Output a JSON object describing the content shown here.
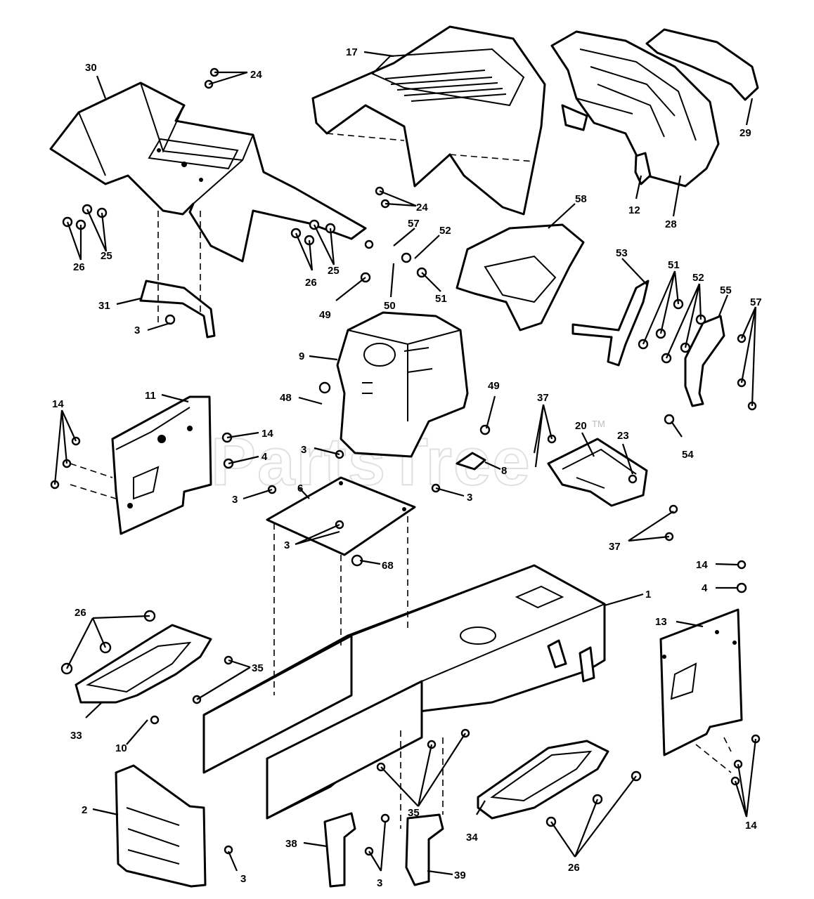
{
  "diagram": {
    "watermark": {
      "text": "PartsTree",
      "mark": "TM"
    },
    "callouts": [
      {
        "id": "c-30",
        "label": "30"
      },
      {
        "id": "c-24a",
        "label": "24"
      },
      {
        "id": "c-17",
        "label": "17"
      },
      {
        "id": "c-29",
        "label": "29"
      },
      {
        "id": "c-24b",
        "label": "24"
      },
      {
        "id": "c-12",
        "label": "12"
      },
      {
        "id": "c-28",
        "label": "28"
      },
      {
        "id": "c-58",
        "label": "58"
      },
      {
        "id": "c-25a",
        "label": "25"
      },
      {
        "id": "c-26a",
        "label": "26"
      },
      {
        "id": "c-57a",
        "label": "57"
      },
      {
        "id": "c-52a",
        "label": "52"
      },
      {
        "id": "c-26b",
        "label": "26"
      },
      {
        "id": "c-25b",
        "label": "25"
      },
      {
        "id": "c-31",
        "label": "31"
      },
      {
        "id": "c-49a",
        "label": "49"
      },
      {
        "id": "c-50",
        "label": "50"
      },
      {
        "id": "c-51a",
        "label": "51"
      },
      {
        "id": "c-53",
        "label": "53"
      },
      {
        "id": "c-51b",
        "label": "51"
      },
      {
        "id": "c-52b",
        "label": "52"
      },
      {
        "id": "c-55",
        "label": "55"
      },
      {
        "id": "c-57b",
        "label": "57"
      },
      {
        "id": "c-3a",
        "label": "3"
      },
      {
        "id": "c-9",
        "label": "9"
      },
      {
        "id": "c-11",
        "label": "11"
      },
      {
        "id": "c-14a",
        "label": "14"
      },
      {
        "id": "c-48",
        "label": "48"
      },
      {
        "id": "c-49b",
        "label": "49"
      },
      {
        "id": "c-37a",
        "label": "37"
      },
      {
        "id": "c-20",
        "label": "20"
      },
      {
        "id": "c-23",
        "label": "23"
      },
      {
        "id": "c-14b",
        "label": "14"
      },
      {
        "id": "c-3b",
        "label": "3"
      },
      {
        "id": "c-4a",
        "label": "4"
      },
      {
        "id": "c-8",
        "label": "8"
      },
      {
        "id": "c-54",
        "label": "54"
      },
      {
        "id": "c-6",
        "label": "6"
      },
      {
        "id": "c-3c",
        "label": "3"
      },
      {
        "id": "c-3d",
        "label": "3"
      },
      {
        "id": "c-3e",
        "label": "3"
      },
      {
        "id": "c-68",
        "label": "68"
      },
      {
        "id": "c-37b",
        "label": "37"
      },
      {
        "id": "c-14c",
        "label": "14"
      },
      {
        "id": "c-4b",
        "label": "4"
      },
      {
        "id": "c-1",
        "label": "1"
      },
      {
        "id": "c-26c",
        "label": "26"
      },
      {
        "id": "c-13",
        "label": "13"
      },
      {
        "id": "c-35a",
        "label": "35"
      },
      {
        "id": "c-33",
        "label": "33"
      },
      {
        "id": "c-10",
        "label": "10"
      },
      {
        "id": "c-2",
        "label": "2"
      },
      {
        "id": "c-35b",
        "label": "35"
      },
      {
        "id": "c-34",
        "label": "34"
      },
      {
        "id": "c-14d",
        "label": "14"
      },
      {
        "id": "c-38",
        "label": "38"
      },
      {
        "id": "c-3f",
        "label": "3"
      },
      {
        "id": "c-3g",
        "label": "3"
      },
      {
        "id": "c-39",
        "label": "39"
      },
      {
        "id": "c-26d",
        "label": "26"
      }
    ]
  }
}
